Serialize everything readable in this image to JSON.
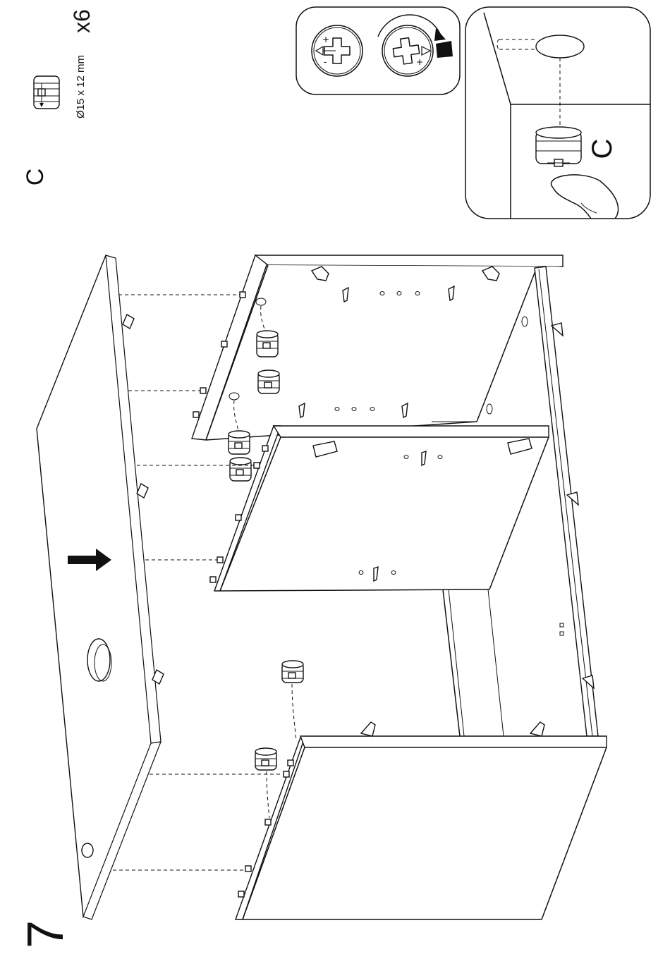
{
  "step": {
    "number": "7"
  },
  "part": {
    "letter": "C",
    "size": "Ø15 x 12 mm",
    "quantity": "x6"
  },
  "detail": {
    "letter": "C"
  },
  "icons": {
    "part_c": "cam-lock-fitting-icon",
    "unlocked": "cam-unlocked-icon",
    "locked": "cam-locked-icon",
    "screwdriver": "screwdriver-icon",
    "rotate": "rotate-arrow-icon",
    "press": "arrow-right-icon"
  },
  "colors": {
    "line": "#111111",
    "background": "#ffffff"
  }
}
